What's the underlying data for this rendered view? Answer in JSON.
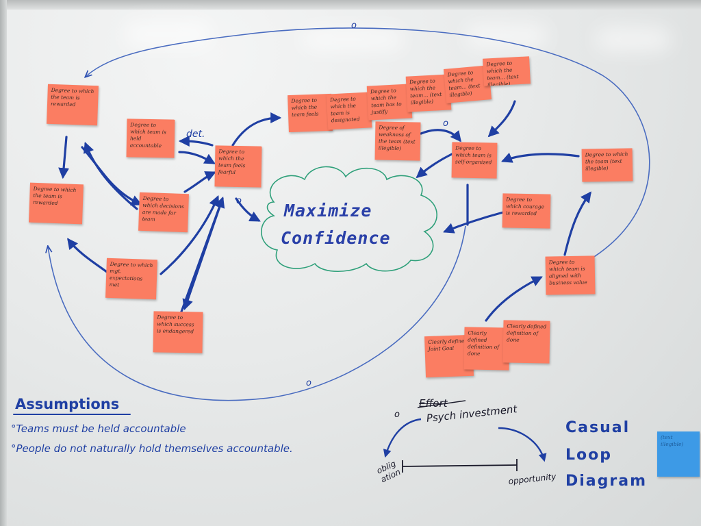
{
  "notes": [
    {
      "text": "Degree to which the team is rewarded"
    },
    {
      "text": "Degree to which team is held accountable"
    },
    {
      "text": "Degree to which the team is rewarded"
    },
    {
      "text": "Degree to which decisions are made for team"
    },
    {
      "text": "Degree to which mgt. expectations met"
    },
    {
      "text": "Degree to which success is endangered"
    },
    {
      "text": "Degree to which the team feels fearful"
    },
    {
      "text": "Degree to which the team feels"
    },
    {
      "text": "Degree to which the team is designated"
    },
    {
      "text": "Degree to which the team has to justify"
    },
    {
      "text": "Degree to which the team... (text illegible)"
    },
    {
      "text": "Degree to which the team... (text illegible)"
    },
    {
      "text": "Degree to which the team... (text illegible)"
    },
    {
      "text": "Degree of weakness of the team (text illegible)"
    },
    {
      "text": "Degree to which team is self-organized"
    },
    {
      "text": "Degree to which the team (text illegible)"
    },
    {
      "text": "Degree to which courage is rewarded"
    },
    {
      "text": "Degree to which team is aligned with business value"
    },
    {
      "text": "Clearly defined Joint Goal"
    },
    {
      "text": "Clearly defined definition of done"
    },
    {
      "text": "Clearly defined definition of done"
    },
    {
      "text": "(text illegible)"
    }
  ],
  "labels": {
    "cloud_line1": "Maximize",
    "cloud_line2": "Confidence",
    "det": "det.",
    "assumptions_title": "Assumptions",
    "assumption_1": "°Teams must be held accountable",
    "assumption_2": "°People do not naturally hold themselves accountable.",
    "effort": "Effort",
    "psych": "Psych investment",
    "obligation_1": "oblig",
    "obligation_2": "ation",
    "opportunity": "opportunity",
    "casual_1": "Casual",
    "casual_2": "Loop",
    "casual_3": "Diagram",
    "o_marks": [
      "o",
      "o",
      "o",
      "o",
      "o"
    ]
  },
  "colors": {
    "ink_blue": "#1f3fa3",
    "ink_green": "#2fa07a",
    "sticky": "#fb7d62",
    "sticky_blue": "#3d9ae6"
  }
}
